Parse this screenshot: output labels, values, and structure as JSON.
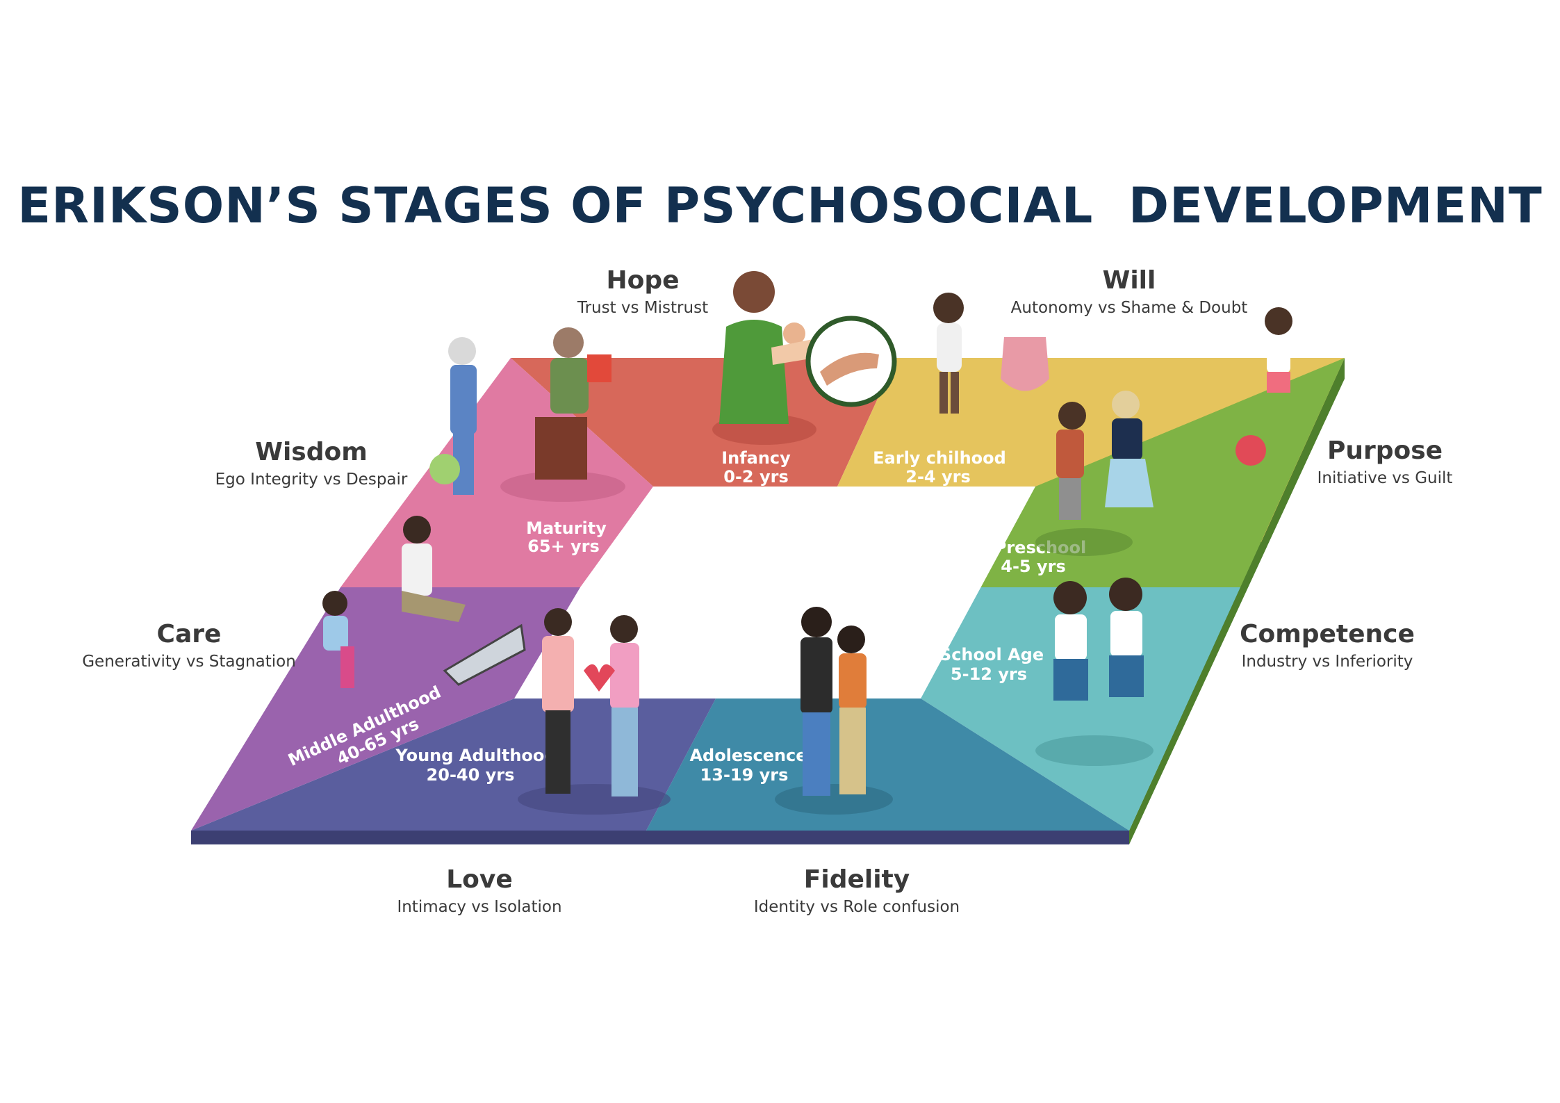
{
  "title": "ERIKSON’S STAGES OF PSYCHOSOCIAL  DEVELOPMENT",
  "stages": [
    {
      "virtue": "Hope",
      "conflict": "Trust vs Mistrust",
      "stage": "Infancy",
      "age": "0-2 yrs",
      "color": "#d7685a"
    },
    {
      "virtue": "Will",
      "conflict": "Autonomy vs Shame & Doubt",
      "stage": "Early chilhood",
      "age": "2-4 yrs",
      "color": "#e5c45d"
    },
    {
      "virtue": "Purpose",
      "conflict": "Initiative vs Guilt",
      "stage": "Preschool",
      "age": "4-5 yrs",
      "color": "#7fb345"
    },
    {
      "virtue": "Competence",
      "conflict": "Industry vs Inferiority",
      "stage": "School Age",
      "age": "5-12 yrs",
      "color": "#6dc0c2"
    },
    {
      "virtue": "Fidelity",
      "conflict": "Identity vs Role confusion",
      "stage": "Adolescence",
      "age": "13-19 yrs",
      "color": "#3f8aa7"
    },
    {
      "virtue": "Love",
      "conflict": "Intimacy vs Isolation",
      "stage": "Young Adulthood",
      "age": "20-40 yrs",
      "color": "#5a5e9e"
    },
    {
      "virtue": "Care",
      "conflict": "Generativity vs Stagnation",
      "stage": "Middle Adulthood",
      "age": "40-65 yrs",
      "color": "#9a63ad"
    },
    {
      "virtue": "Wisdom",
      "conflict": "Ego Integrity vs Despair",
      "stage": "Maturity",
      "age": "65+ yrs",
      "color": "#e07aa2"
    }
  ]
}
